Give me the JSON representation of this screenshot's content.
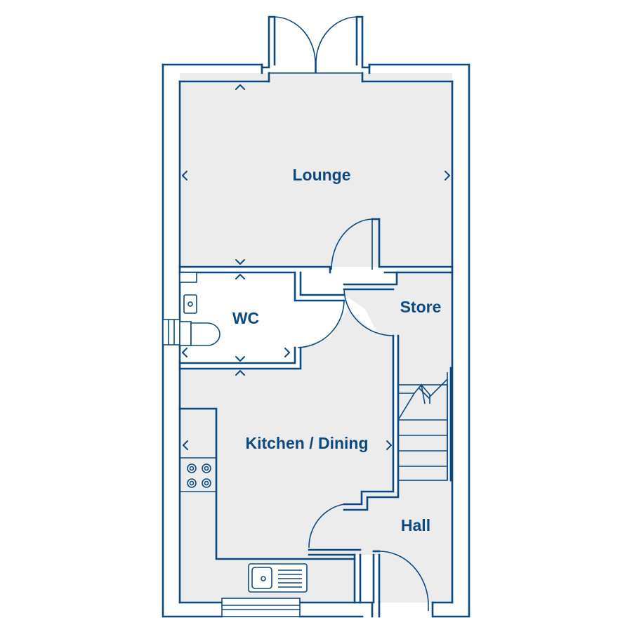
{
  "floor_plan": {
    "rooms": [
      {
        "id": "lounge",
        "label": "Lounge"
      },
      {
        "id": "wc",
        "label": "WC"
      },
      {
        "id": "store",
        "label": "Store"
      },
      {
        "id": "kitchen-dining",
        "label": "Kitchen / Dining"
      },
      {
        "id": "hall",
        "label": "Hall"
      }
    ]
  },
  "colors": {
    "wall": "#0b4a80",
    "room_fill": "#ececed",
    "background": "#ffffff"
  }
}
